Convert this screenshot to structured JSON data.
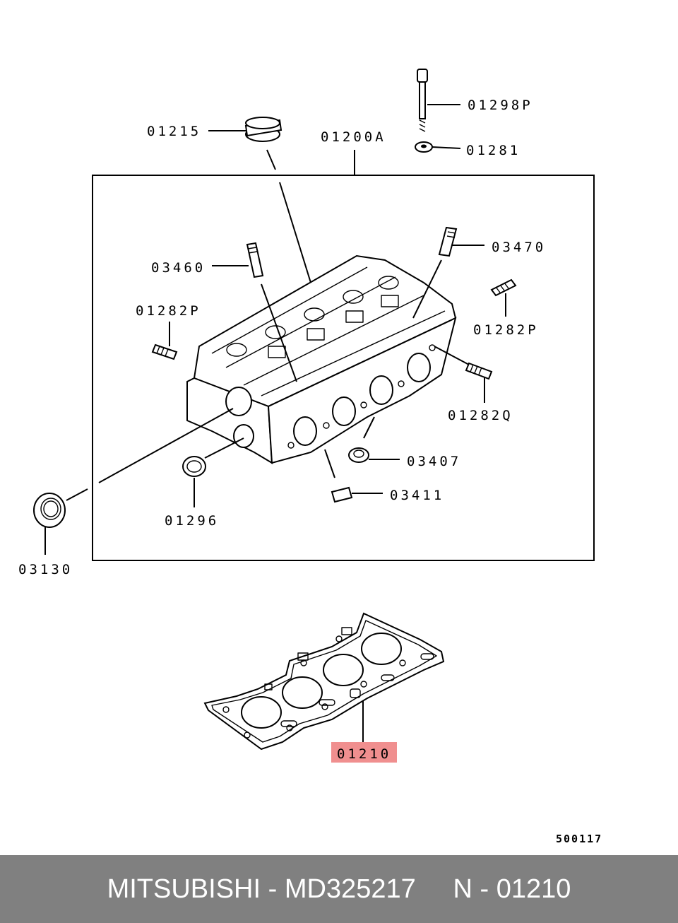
{
  "labels": {
    "p01298p": "01298P",
    "p01281": "01281",
    "p01215": "01215",
    "p01200a": "01200A",
    "p03470": "03470",
    "p03460": "03460",
    "p01282p_left": "01282P",
    "p01282p_right": "01282P",
    "p01282q": "01282Q",
    "p03407": "03407",
    "p03411": "03411",
    "p01296": "01296",
    "p03130": "03130",
    "p01210": "01210"
  },
  "highlight_color": "#f08f8f",
  "diagram_code": "500117",
  "footer": {
    "text": "MITSUBISHI - MD325217     N - 01210"
  }
}
